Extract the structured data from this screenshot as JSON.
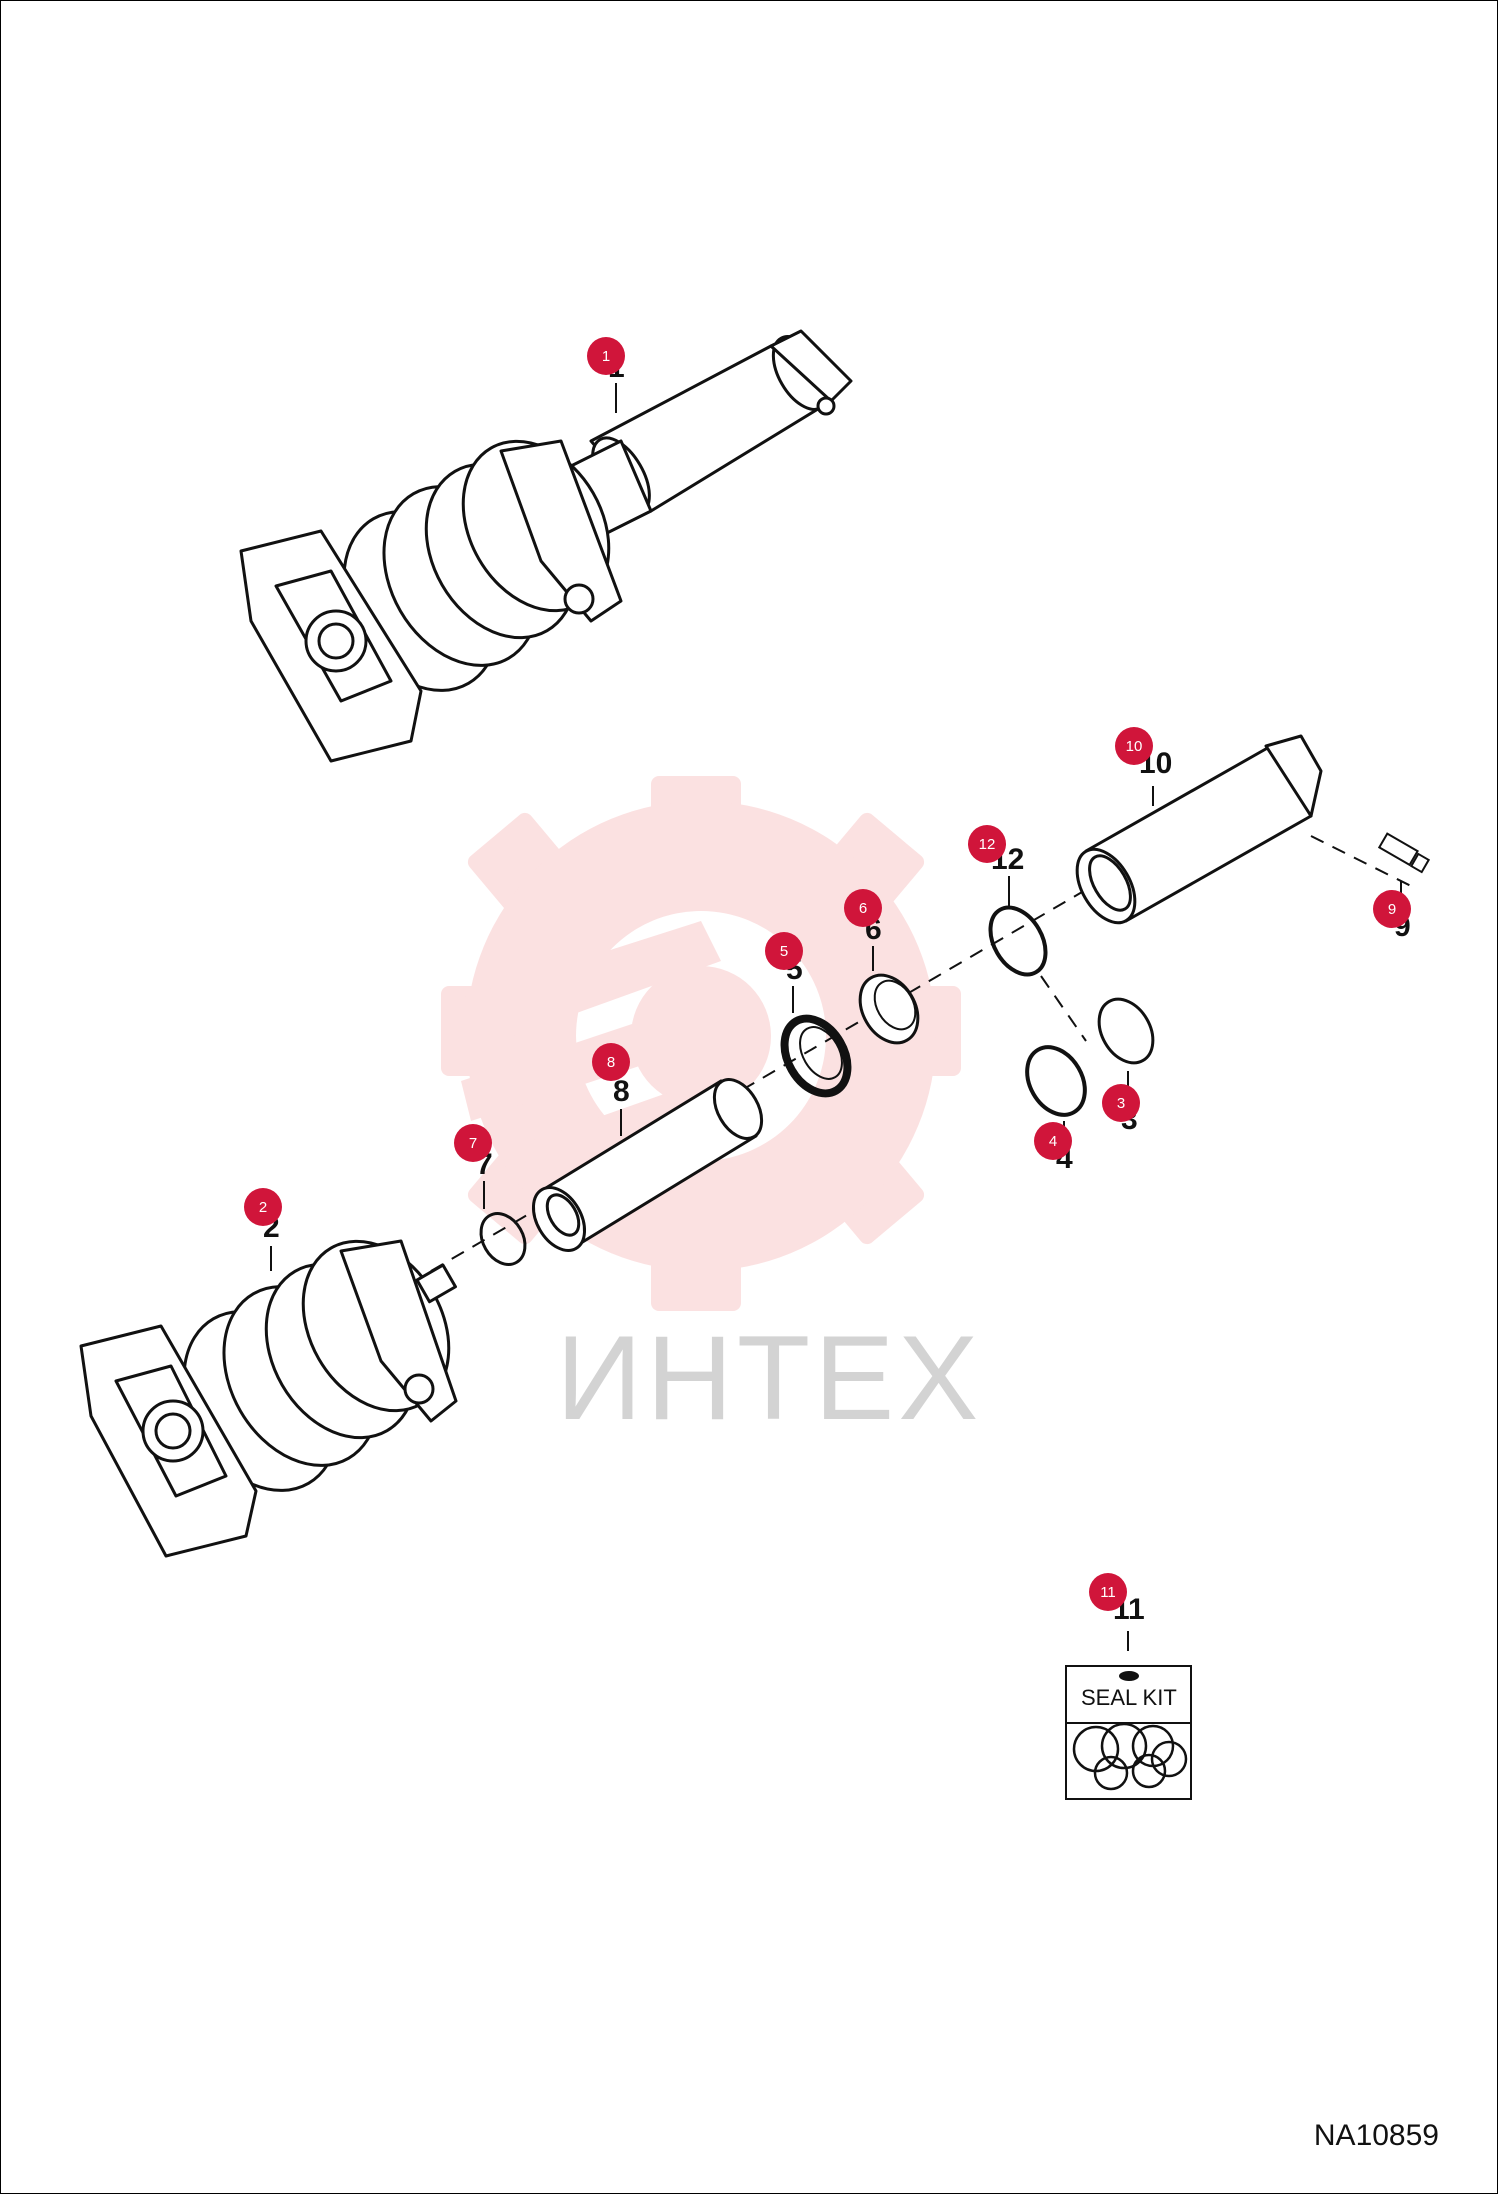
{
  "watermark": {
    "text": "ИНТЕХ"
  },
  "diagram_id": "NA10859",
  "seal_kit_label": "SEAL KIT",
  "accent_color": "#d0153a",
  "callouts": [
    {
      "num": "1",
      "label": "1"
    },
    {
      "num": "2",
      "label": "2"
    },
    {
      "num": "3",
      "label": "3"
    },
    {
      "num": "4",
      "label": "4"
    },
    {
      "num": "5",
      "label": "5"
    },
    {
      "num": "6",
      "label": "6"
    },
    {
      "num": "7",
      "label": "7"
    },
    {
      "num": "8",
      "label": "8"
    },
    {
      "num": "9",
      "label": "9"
    },
    {
      "num": "10",
      "label": "10"
    },
    {
      "num": "11",
      "label": "11"
    },
    {
      "num": "12",
      "label": "12"
    }
  ]
}
